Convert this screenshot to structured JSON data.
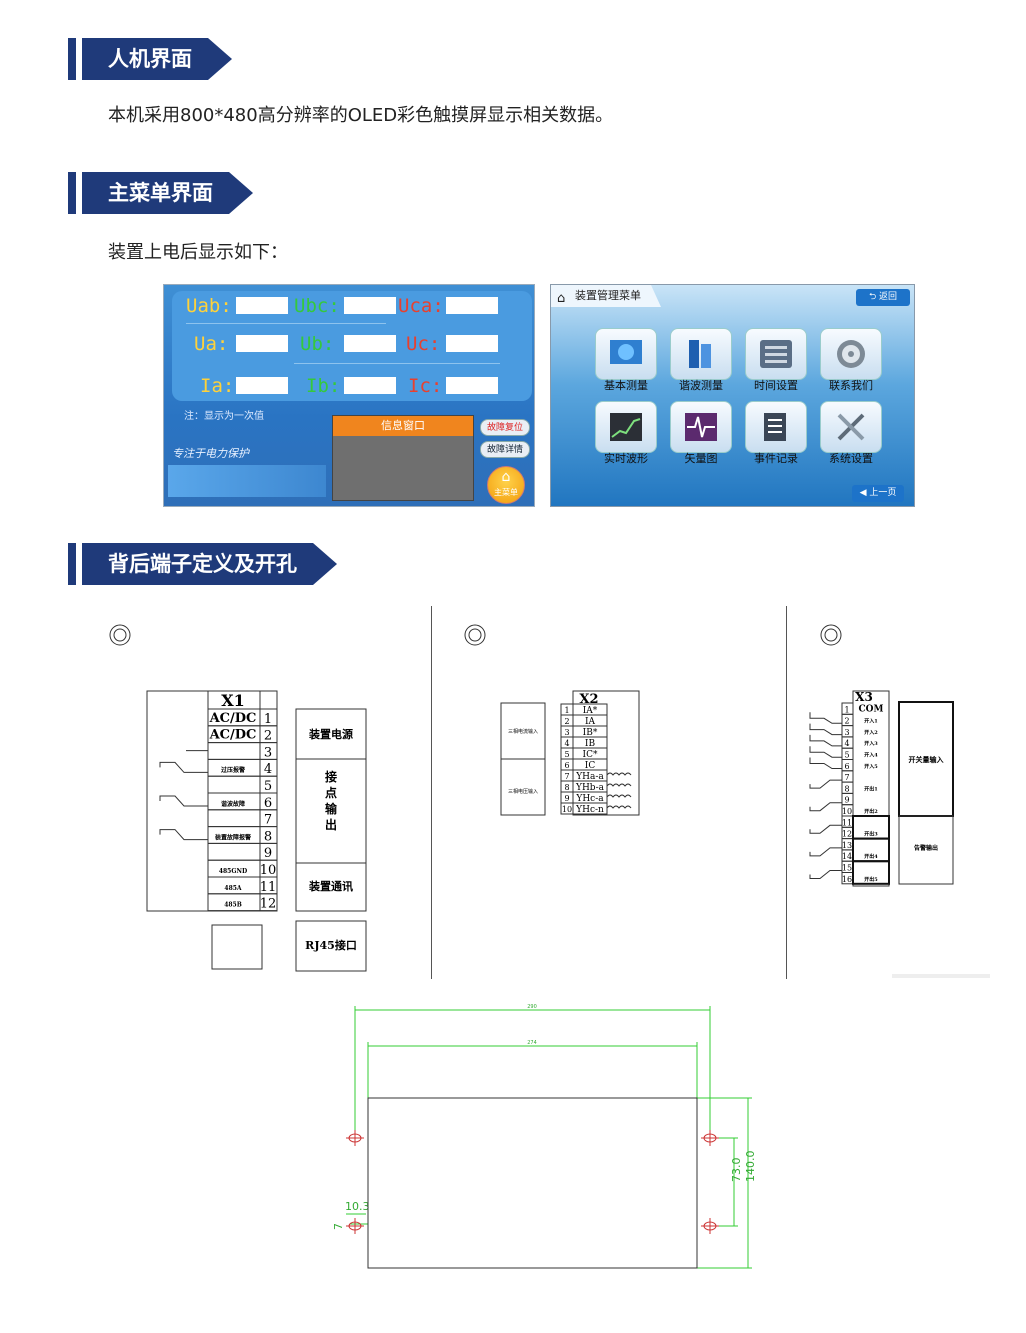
{
  "sections": {
    "hmi": {
      "title": "人机界面",
      "text": "本机采用800*480高分辨率的OLED彩色触摸屏显示相关数据。"
    },
    "menu": {
      "title": "主菜单界面",
      "text": "装置上电后显示如下："
    },
    "terminals": {
      "title": "背后端子定义及开孔"
    }
  },
  "screen1": {
    "labels": [
      "Uab:",
      "Ubc:",
      "Uca:",
      "Ua:",
      "Ub:",
      "Uc:",
      "Ia:",
      "Ib:",
      "Ic:"
    ],
    "note": "注：显示为一次值",
    "brand": "专注于电力保护",
    "info_title": "信息窗口",
    "btn_reset": "故障复位",
    "btn_detail": "故障详情",
    "btn_home": "主菜单"
  },
  "screen2": {
    "tab": "装置管理菜单",
    "back": "返回",
    "prev": "上一页",
    "icons": [
      "基本测量",
      "谐波测量",
      "时间设置",
      "联系我们",
      "实时波形",
      "矢量图",
      "事件记录",
      "系统设置"
    ]
  },
  "x1": {
    "title": "X1",
    "rows": [
      "AC/DC",
      "AC/DC",
      "",
      "过压报警",
      "",
      "谐波故障",
      "",
      "装置故障报警",
      "",
      "485GND",
      "485A",
      "485B"
    ],
    "nums": [
      "1",
      "2",
      "3",
      "4",
      "5",
      "6",
      "7",
      "8",
      "9",
      "10",
      "11",
      "12"
    ],
    "groups": [
      "装置电源",
      "接点输出",
      "装置通讯",
      "RJ45接口"
    ]
  },
  "x2": {
    "title": "X2",
    "rows": [
      "IA*",
      "IA",
      "IB*",
      "IB",
      "IC*",
      "IC",
      "YHa-a",
      "YHb-a",
      "YHc-a",
      "YHc-n"
    ],
    "nums": [
      "1",
      "2",
      "3",
      "4",
      "5",
      "6",
      "7",
      "8",
      "9",
      "10"
    ],
    "groups": [
      "三相电流输入",
      "三相电压输入"
    ]
  },
  "x3": {
    "title": "X3",
    "rows": [
      "COM",
      "开入1",
      "开入2",
      "开入3",
      "开入4",
      "开入5",
      "开出1",
      "开出2",
      "开出3",
      "开出4",
      "开出5"
    ],
    "nums": [
      "1",
      "2",
      "3",
      "4",
      "5",
      "6",
      "7",
      "8",
      "9",
      "10",
      "11",
      "12",
      "13",
      "14",
      "15",
      "16"
    ],
    "groups": [
      "开关量输入",
      "告警输出"
    ]
  },
  "dims": {
    "outer": "290",
    "inner": "274",
    "h1": "73.0",
    "h2": "140.0",
    "hole": "10.3",
    "off": "7"
  }
}
